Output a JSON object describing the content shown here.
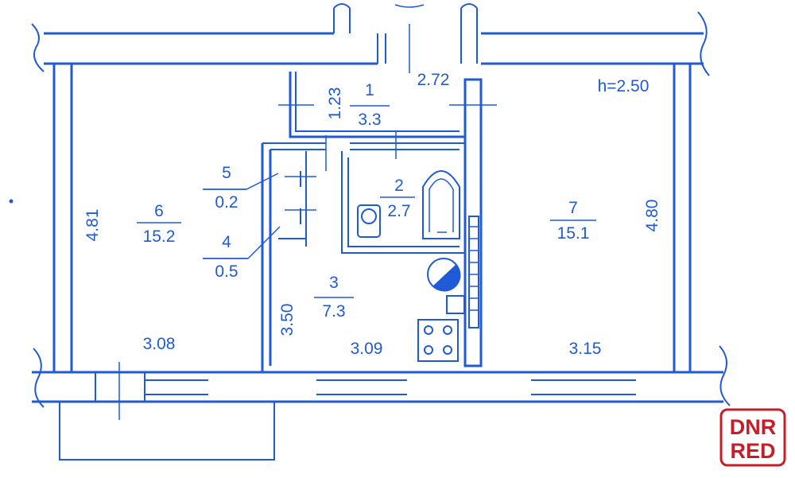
{
  "plan": {
    "ceiling_height": "h=2.50",
    "rooms": [
      {
        "id": "1",
        "number": "1",
        "area": "3.3"
      },
      {
        "id": "2",
        "number": "2",
        "area": "2.7"
      },
      {
        "id": "3",
        "number": "3",
        "area": "7.3"
      },
      {
        "id": "4",
        "number": "4",
        "area": "0.5"
      },
      {
        "id": "5",
        "number": "5",
        "area": "0.2"
      },
      {
        "id": "6",
        "number": "6",
        "area": "15.2"
      },
      {
        "id": "7",
        "number": "7",
        "area": "15.1"
      }
    ],
    "dimensions": {
      "room1_width": "2.72",
      "room1_depth": "1.23",
      "room6_depth": "4.81",
      "room6_width": "3.08",
      "room3_depth": "3.50",
      "room3_width": "3.09",
      "room7_depth": "4.80",
      "room7_width": "3.15"
    }
  },
  "watermark": {
    "line1": "DNR",
    "line2": "RED",
    "color": "#c41e2a"
  },
  "colors": {
    "lines": "#1f5bd6"
  }
}
